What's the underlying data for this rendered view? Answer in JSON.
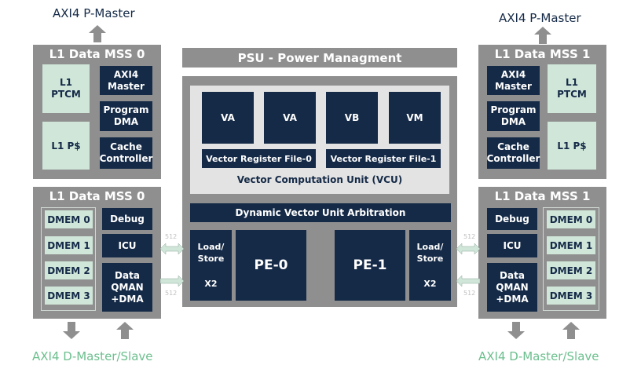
{
  "colors": {
    "navy": "#152a47",
    "grey": "#8f8f8f",
    "light_grey": "#e3e3e3",
    "mint": "#cfe6d9",
    "green_text": "#6cbf8e"
  },
  "top_left_label": "AXI4 P-Master",
  "top_right_label": "AXI4 P-Master",
  "bottom_left_label": "AXI4 D-Master/Slave",
  "bottom_right_label": "AXI4 D-Master/Slave",
  "left": {
    "top_block": {
      "title": "L1 Data MSS 0",
      "ptcm": "L1\nPTCM",
      "pcache": "L1 P$",
      "axi4_master": "AXI4\nMaster",
      "program_dma": "Program\nDMA",
      "cache_controller": "Cache\nController"
    },
    "bottom_block": {
      "title": "L1 Data MSS 0",
      "dmem": [
        "DMEM 0",
        "DMEM 1",
        "DMEM 2",
        "DMEM 3"
      ],
      "debug": "Debug",
      "icu": "ICU",
      "data_qman": "Data\nQMAN\n+DMA"
    }
  },
  "right": {
    "top_block": {
      "title": "L1 Data MSS 1",
      "ptcm": "L1\nPTCM",
      "pcache": "L1 P$",
      "axi4_master": "AXI4\nMaster",
      "program_dma": "Program\nDMA",
      "cache_controller": "Cache\nController"
    },
    "bottom_block": {
      "title": "L1 Data MSS 1",
      "dmem": [
        "DMEM 0",
        "DMEM 1",
        "DMEM 2",
        "DMEM 3"
      ],
      "debug": "Debug",
      "icu": "ICU",
      "data_qman": "Data\nQMAN\n+DMA"
    }
  },
  "psu": "PSU - Power Managment",
  "vcu": {
    "units": [
      "VA",
      "VA",
      "VB",
      "VM"
    ],
    "register_files": [
      "Vector Register File-0",
      "Vector Register File-1"
    ],
    "label": "Vector Computation Unit (VCU)"
  },
  "arbitration": "Dynamic Vector Unit Arbitration",
  "load_store": {
    "label": "Load/\nStore",
    "multiplier": "X2"
  },
  "pe": [
    "PE-0",
    "PE-1"
  ],
  "link_labels": [
    "512",
    "512",
    "512",
    "512"
  ]
}
